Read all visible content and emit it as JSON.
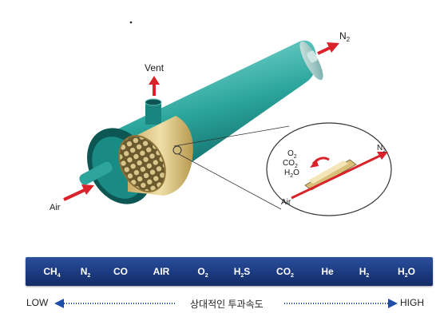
{
  "labels": {
    "vent": "Vent",
    "n2_top": "N",
    "n2_top_sub": "2",
    "air_main": "Air",
    "inset_o2": "O",
    "inset_o2_sub": "2",
    "inset_co2": "CO",
    "inset_co2_sub": "2",
    "inset_h2o_h": "H",
    "inset_h2o_sub": "2",
    "inset_h2o_o": "O",
    "inset_air": "Air",
    "inset_n2": "N",
    "inset_n2_sub": "2"
  },
  "gas_scale": {
    "gases": [
      {
        "main": "CH",
        "sub": "4",
        "tail": ""
      },
      {
        "main": "N",
        "sub": "2",
        "tail": ""
      },
      {
        "main": "CO",
        "sub": "",
        "tail": ""
      },
      {
        "main": "AIR",
        "sub": "",
        "tail": ""
      },
      {
        "main": "O",
        "sub": "2",
        "tail": ""
      },
      {
        "main": "H",
        "sub": "2",
        "tail": "S"
      },
      {
        "main": "CO",
        "sub": "2",
        "tail": ""
      },
      {
        "main": "He",
        "sub": "",
        "tail": ""
      },
      {
        "main": "H",
        "sub": "2",
        "tail": ""
      },
      {
        "main": "H",
        "sub": "2",
        "tail": "O"
      }
    ],
    "low_label": "LOW",
    "high_label": "HIGH",
    "caption": "상대적인 투과속도"
  },
  "colors": {
    "arrow": "#d9222a",
    "bar": "#1b3a7f",
    "shell": "#1b8f8a",
    "fiber": "#e6d39a",
    "dotted": "#1d4fa8"
  }
}
